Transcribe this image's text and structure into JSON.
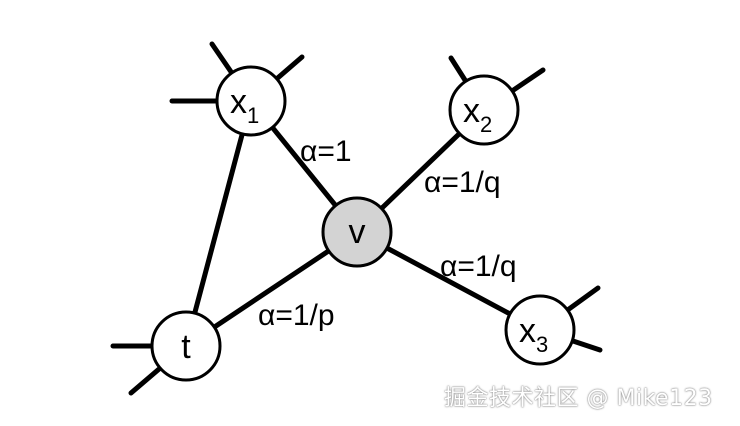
{
  "nodes": {
    "x1": {
      "label": "x",
      "sub": "1"
    },
    "x2": {
      "label": "x",
      "sub": "2"
    },
    "x3": {
      "label": "x",
      "sub": "3"
    },
    "v": {
      "label": "v",
      "fill": "#d3d3d3"
    },
    "t": {
      "label": "t",
      "sub": ""
    }
  },
  "edges": {
    "v_x1": "α=1",
    "v_x2": "α=1/q",
    "v_x3": "α=1/q",
    "v_t": "α=1/p"
  },
  "watermark": "掘金技术社区 @ Mike123"
}
